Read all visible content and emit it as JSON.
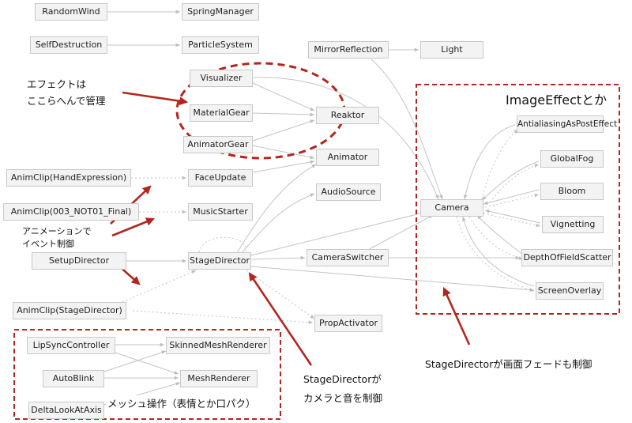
{
  "nodes": {
    "random_wind": "RandomWind",
    "spring_manager": "SpringManager",
    "self_destruction": "SelfDestruction",
    "particle_system": "ParticleSystem",
    "mirror_reflection": "MirrorReflection",
    "light": "Light",
    "visualizer": "Visualizer",
    "material_gear": "MaterialGear",
    "reaktor": "Reaktor",
    "animator_gear": "AnimatorGear",
    "animator": "Animator",
    "anim_clip_hand": "AnimClip(HandExpression)",
    "face_update": "FaceUpdate",
    "audio_source": "AudioSource",
    "anim_clip_003": "AnimClip(003_NOT01_Final)",
    "music_starter": "MusicStarter",
    "setup_director": "SetupDirector",
    "stage_director": "StageDirector",
    "camera_switcher": "CameraSwitcher",
    "anim_clip_stage": "AnimClip(StageDirector)",
    "prop_activator": "PropActivator",
    "camera": "Camera",
    "antialiasing": "AntialiasingAsPostEffect",
    "global_fog": "GlobalFog",
    "bloom": "Bloom",
    "vignetting": "Vignetting",
    "depth_of_field": "DepthOfFieldScatter",
    "screen_overlay": "ScreenOverlay",
    "lip_sync": "LipSyncController",
    "skinned_mesh": "SkinnedMeshRenderer",
    "auto_blink": "AutoBlink",
    "mesh_renderer": "MeshRenderer",
    "delta_look": "DeltaLookAtAxis"
  },
  "annotations": {
    "effect_line1": "エフェクトは",
    "effect_line2": "ここらへんで管理",
    "image_effect": "ImageEffectとか",
    "anim_event_line1": "アニメーションで",
    "anim_event_line2": "イベント制御",
    "stage_cam_line1": "StageDirectorが",
    "stage_cam_line2": "カメラと音を制御",
    "screen_fade": "StageDirectorが画面フェードも制御",
    "mesh_ops": "メッシュ操作（表情とか口パク）"
  },
  "colors": {
    "edge": "#c4c4c4",
    "annotation_red": "#b3261e",
    "node_fill": "#f3f3f3",
    "node_border": "#c9c9c9"
  }
}
